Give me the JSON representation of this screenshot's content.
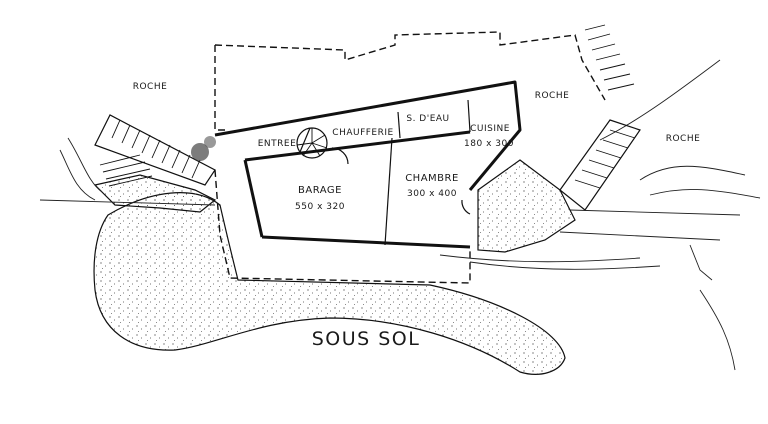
{
  "labels": {
    "roche_left": "ROCHE",
    "roche_center": "ROCHE",
    "roche_right": "ROCHE",
    "entree": "ENTREE",
    "chaufferie": "CHAUFFERIE",
    "salle_eau": "S. D'EAU",
    "cuisine": "CUISINE",
    "cuisine_dims": "180 x 300",
    "chambre": "CHAMBRE",
    "chambre_dims": "300 x 400",
    "garage": "BARAGE",
    "garage_dims": "550 x 320",
    "title": "SOUS SOL"
  }
}
